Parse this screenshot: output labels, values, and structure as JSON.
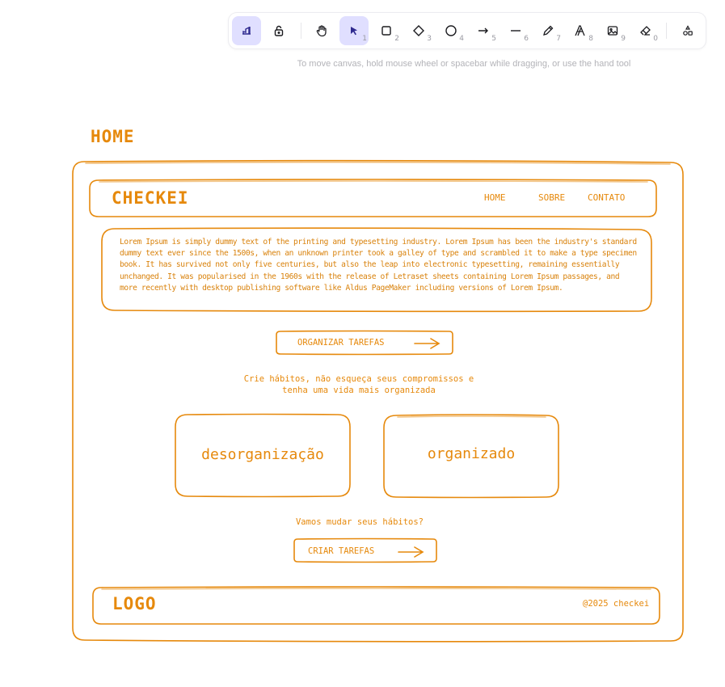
{
  "toolbar": {
    "tools": [
      {
        "name": "lock",
        "key": ""
      },
      {
        "name": "hand",
        "key": ""
      },
      {
        "name": "selection",
        "key": "1"
      },
      {
        "name": "rectangle",
        "key": "2"
      },
      {
        "name": "diamond",
        "key": "3"
      },
      {
        "name": "ellipse",
        "key": "4"
      },
      {
        "name": "arrow",
        "key": "5"
      },
      {
        "name": "line",
        "key": "6"
      },
      {
        "name": "draw",
        "key": "7"
      },
      {
        "name": "text",
        "key": "8"
      },
      {
        "name": "image",
        "key": "9"
      },
      {
        "name": "eraser",
        "key": "0"
      }
    ]
  },
  "hint": "To move canvas, hold mouse wheel or spacebar while dragging, or use the hand tool",
  "canvas": {
    "frame_title": "HOME",
    "header": {
      "brand": "CHECKEI",
      "nav": [
        "HOME",
        "SOBRE",
        "CONTATO"
      ]
    },
    "intro_text": "Lorem Ipsum is simply dummy text of the printing and typesetting industry. Lorem Ipsum has been the industry's standard dummy text ever since the 1500s, when an unknown printer took a galley of type and scrambled it to make a type specimen book. It has survived not only five centuries, but also the leap into electronic typesetting, remaining essentially unchanged. It was popularised in the 1960s with the release of Letraset sheets containing Lorem Ipsum passages, and more recently with desktop publishing software like Aldus PageMaker including versions of Lorem Ipsum.",
    "primary_button": "ORGANIZAR TAREFAS",
    "tagline_line1": "Crie hábitos, não esqueça seus compromissos e",
    "tagline_line2": "tenha uma vida mais organizada",
    "cards": [
      "desorganização",
      "organizado"
    ],
    "question": "Vamos mudar seus hábitos?",
    "secondary_button": "CRIAR TAREFAS",
    "footer": {
      "logo": "LOGO",
      "copyright": "@2025 checkei"
    },
    "colors": {
      "accent": "#e6890c",
      "selected_tool": "#e0dfff"
    }
  }
}
